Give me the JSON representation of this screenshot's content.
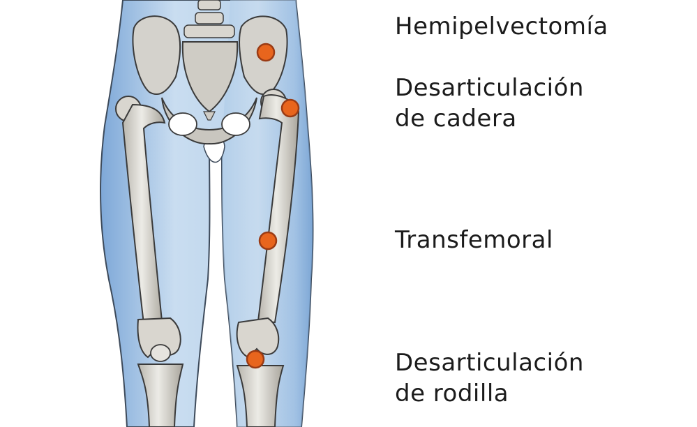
{
  "labels": {
    "hemipelvectomy": "Hemipelvectomía",
    "hip_line1": "Desarticulación",
    "hip_line2": "de cadera",
    "transfemoral": "Transfemoral",
    "knee_line1": "Desarticulación",
    "knee_line2": "de rodilla"
  },
  "colors": {
    "marker_fill": "#e8651d",
    "marker_ring": "#b8441a",
    "skin_blue": "#9ec2e6",
    "bone": "#d9d6cf",
    "text": "#1b1b1b"
  }
}
